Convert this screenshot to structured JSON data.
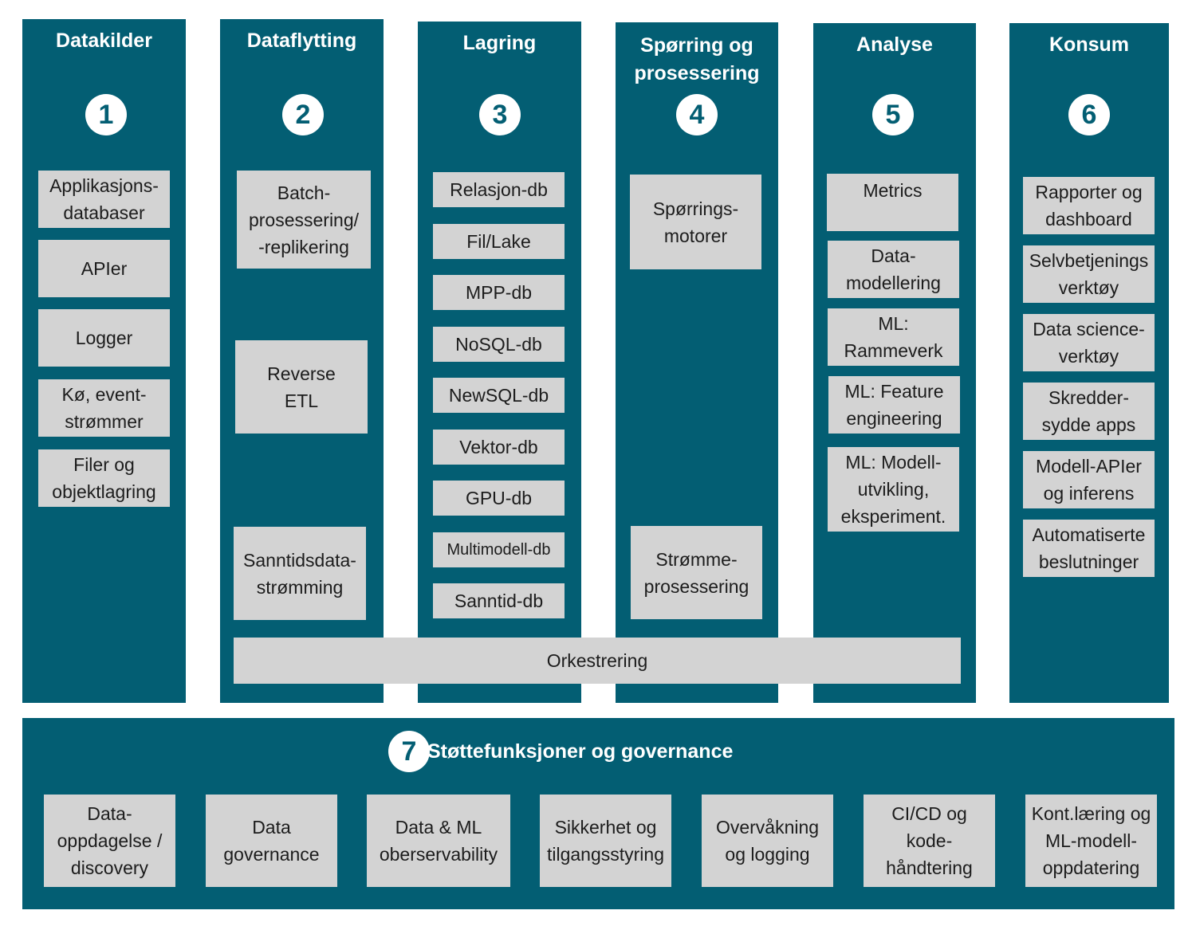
{
  "columns": [
    {
      "number": "1",
      "title": "Datakilder",
      "items": [
        "Applikasjons-\ndatabaser",
        "APIer",
        "Logger",
        "Kø, event-\nstrømmer",
        "Filer og\nobjektlagring"
      ]
    },
    {
      "number": "2",
      "title": "Dataflytting",
      "items": [
        "Batch-\nprosessering/\n-replikering",
        "Reverse\nETL",
        "Sanntidsdata-\nstrømming"
      ]
    },
    {
      "number": "3",
      "title": "Lagring",
      "items": [
        "Relasjon-db",
        "Fil/Lake",
        "MPP-db",
        "NoSQL-db",
        "NewSQL-db",
        "Vektor-db",
        "GPU-db",
        "Multimodell-db",
        "Sanntid-db"
      ]
    },
    {
      "number": "4",
      "title": "Spørring og\nprosessering",
      "items": [
        "Spørrings-\nmotorer",
        "Strømme-\nprosessering"
      ]
    },
    {
      "number": "5",
      "title": "Analyse",
      "items": [
        "Metrics",
        "Data-\nmodellering",
        "ML:\nRammeverk",
        "ML: Feature\nengineering",
        "ML: Modell-\nutvikling,\neksperiment."
      ]
    },
    {
      "number": "6",
      "title": "Konsum",
      "items": [
        "Rapporter og\ndashboard",
        "Selvbetjenings\nverktøy",
        "Data science-\nverktøy",
        "Skredder-\nsydde apps",
        "Modell-APIer\nog inferens",
        "Automatiserte\nbeslutninger"
      ]
    }
  ],
  "orchestration": "Orkestrering",
  "support": {
    "number": "7",
    "title": "Støttefunksjoner og governance",
    "items": [
      "Data-\noppdagelse /\ndiscovery",
      "Data\ngovernance",
      "Data & ML\noberservability",
      "Sikkerhet og\ntilgangsstyring",
      "Overvåkning\nog logging",
      "CI/CD og\nkode-\nhåndtering",
      "Kont.læring og\nML-modell-\noppdatering"
    ]
  },
  "colors": {
    "panel": "#035e73",
    "box": "#d3d3d3",
    "text_light": "#ffffff",
    "text_dark": "#1c1c1c"
  }
}
